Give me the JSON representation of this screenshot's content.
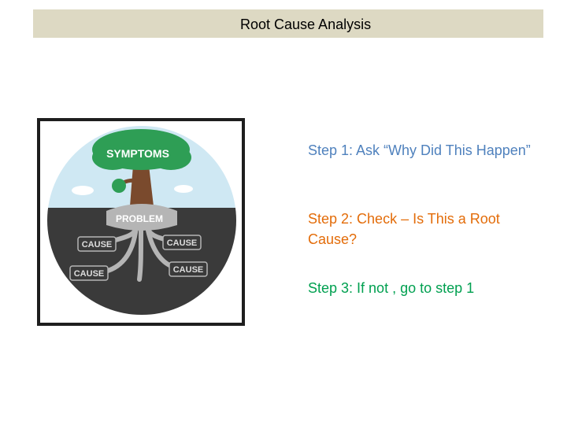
{
  "slide": {
    "title": "Root Cause Analysis"
  },
  "illustration": {
    "tree_label": "SYMPTOMS",
    "trunk_label": "PROBLEM",
    "root_labels": [
      "CAUSE",
      "CAUSE",
      "CAUSE",
      "CAUSE"
    ],
    "colors": {
      "frame": "#1e1e1e",
      "sky": "#cfe8f3",
      "ground": "#3a3a3a",
      "foliage": "#2e9e55",
      "trunk": "#7a4a2d",
      "roots": "#b5b5b5"
    }
  },
  "steps": [
    {
      "text": "Step 1: Ask “Why Did This Happen”",
      "color": "#4f81bd"
    },
    {
      "text": "Step 2: Check – Is This a Root Cause?",
      "color": "#e36c09"
    },
    {
      "text": "Step 3: If not , go to step 1",
      "color": "#00a050"
    }
  ]
}
